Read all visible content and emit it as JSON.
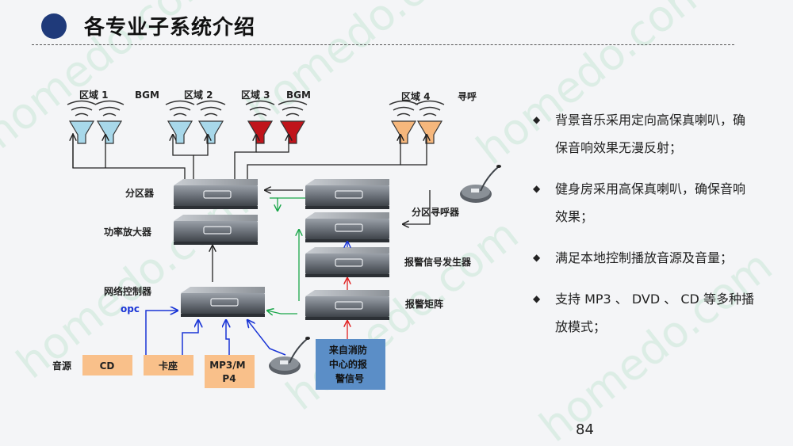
{
  "header": {
    "title": "各专业子系统介绍"
  },
  "diagram": {
    "zones": [
      {
        "label": "区域 1",
        "tag": "BGM"
      },
      {
        "label": "区域 2",
        "tag": ""
      },
      {
        "label": "区域 3",
        "tag": "BGM"
      },
      {
        "label": "区域 4",
        "tag": "寻呼"
      }
    ],
    "speaker_colors": {
      "zone1": "#a8d8ea",
      "zone2": "#a8d8ea",
      "zone3": "#c0141b",
      "zone4": "#f6b77c"
    },
    "devices": {
      "zone_switch": "分区器",
      "amplifier": "功率放大器",
      "network_controller": "网络控制器",
      "opc": "opc",
      "zone_pager": "分区寻呼器",
      "alarm_generator": "报警信号发生器",
      "alarm_matrix": "报警矩阵"
    },
    "sources": {
      "label": "音源",
      "items": [
        "CD",
        "卡座",
        "MP3/M\nP4"
      ],
      "fire_center": "来自消防\n中心的报\n警信号"
    },
    "line_colors": {
      "control": "#1a35d6",
      "alarm": "#1aa64a",
      "fire": "#e02020",
      "audio": "#222222"
    },
    "source_color": "#f9c08a",
    "fire_box_color": "#5b8ec7"
  },
  "bullets": [
    "背景音乐采用定向高保真喇叭，确保音响效果无漫反射；",
    "健身房采用高保真喇叭，确保音响效果；",
    "满足本地控制播放音源及音量；",
    "支持 MP3 、 DVD 、 CD 等多种播放模式；"
  ],
  "page_number": "84"
}
